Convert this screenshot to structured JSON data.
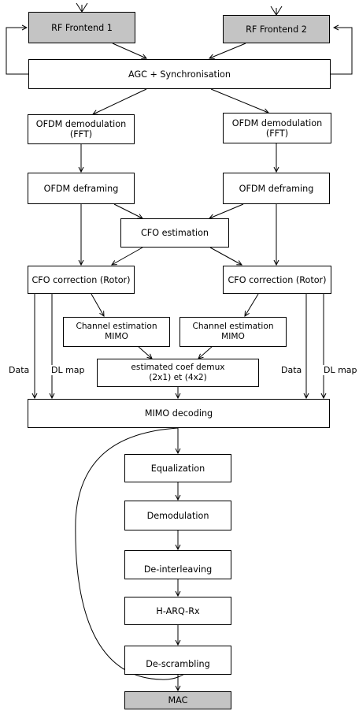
{
  "blocks": {
    "rf1": "RF Frontend 1",
    "rf2": "RF Frontend 2",
    "agc": "AGC + Synchronisation",
    "ofdm_demod_1": "OFDM demodulation\n(FFT)",
    "ofdm_demod_2": "OFDM demodulation\n(FFT)",
    "deframing_1": "OFDM deframing",
    "deframing_2": "OFDM deframing",
    "cfo_est": "CFO estimation",
    "cfo_corr_1": "CFO correction (Rotor)",
    "cfo_corr_2": "CFO correction (Rotor)",
    "chan_est_1": "Channel estimation\nMIMO",
    "chan_est_2": "Channel estimation\nMIMO",
    "coef_demux": "estimated coef demux\n(2x1) et (4x2)",
    "mimo": "MIMO decoding",
    "equalization": "Equalization",
    "demodulation": "Demodulation",
    "deinterleaving": "De-interleaving",
    "harq": "H-ARQ-Rx",
    "descrambling": "De-scrambling",
    "mac": "MAC"
  },
  "labels": {
    "data_left": "Data",
    "dlmap_left": "DL map",
    "data_right": "Data",
    "dlmap_right": "DL map"
  },
  "antenna_icons": [
    "antenna-icon",
    "antenna-icon"
  ]
}
